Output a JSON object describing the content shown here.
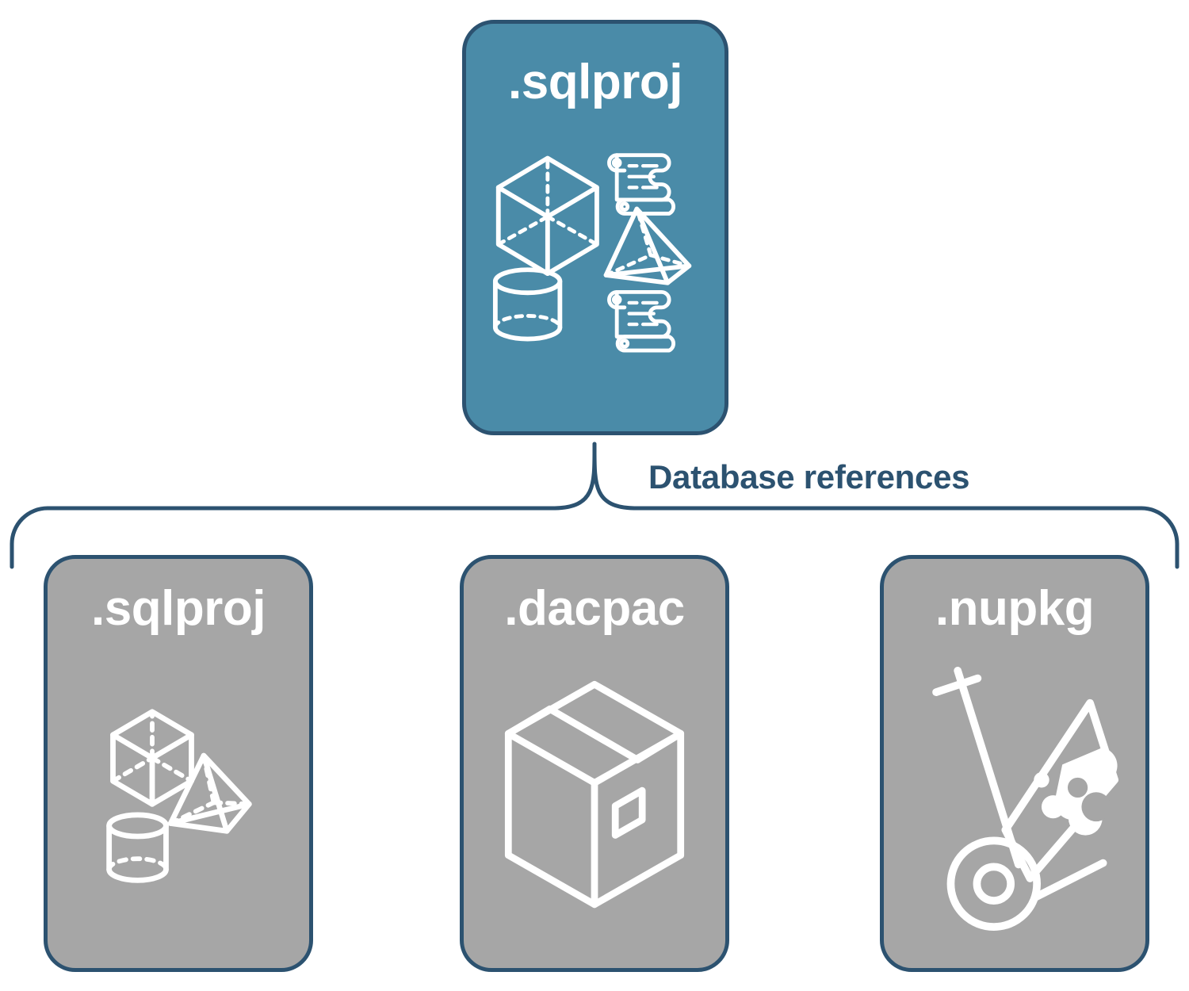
{
  "diagram": {
    "title_root": ".sqlproj",
    "connector_label": "Database references",
    "colors": {
      "root_card_fill": "#4A8BA8",
      "reference_card_fill": "#A6A6A6",
      "border": "#2C5270",
      "icon_stroke": "#FFFFFF",
      "label_text": "#2C5270",
      "card_text": "#FFFFFF",
      "background": "#FFFFFF"
    },
    "root_node": {
      "label": ".sqlproj",
      "icons": [
        "cube-icon",
        "scroll-icon",
        "pyramid-icon",
        "cylinder-icon",
        "scroll-icon"
      ]
    },
    "reference_nodes": [
      {
        "label": ".sqlproj",
        "icons": [
          "cube-icon",
          "pyramid-icon",
          "cylinder-icon"
        ]
      },
      {
        "label": ".dacpac",
        "icons": [
          "shipping-box-icon"
        ]
      },
      {
        "label": ".nupkg",
        "icons": [
          "hand-truck-icon",
          "nuget-package-icon"
        ]
      }
    ]
  }
}
